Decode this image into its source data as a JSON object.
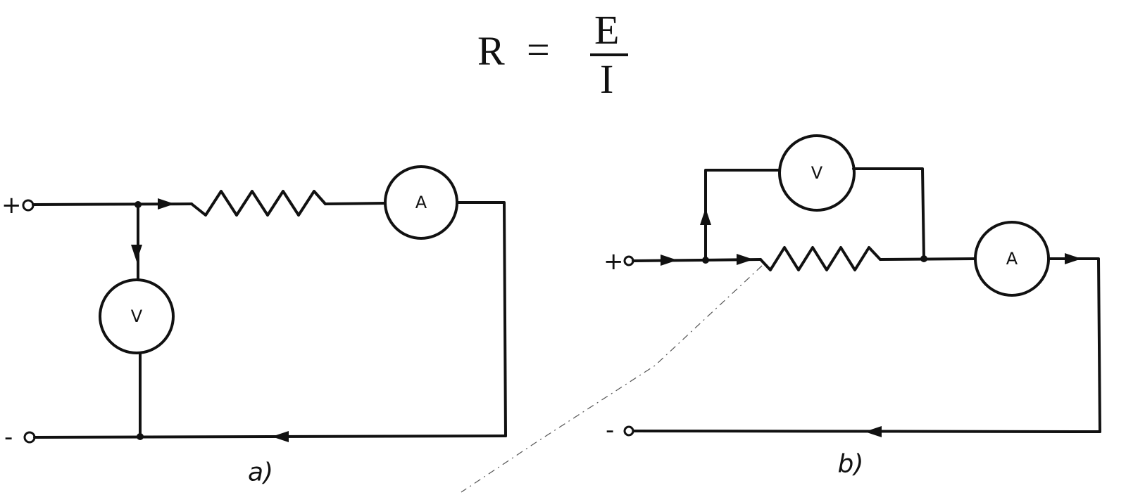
{
  "formula": {
    "lhs": "R",
    "equals": "=",
    "numerator": "E",
    "denominator": "I"
  },
  "circuit_a": {
    "caption": "a)",
    "plus_label": "+",
    "minus_label": "-",
    "voltmeter_label": "V",
    "ammeter_label": "A"
  },
  "circuit_b": {
    "caption": "b)",
    "plus_label": "+",
    "minus_label": "-",
    "voltmeter_label": "V",
    "ammeter_label": "A"
  }
}
